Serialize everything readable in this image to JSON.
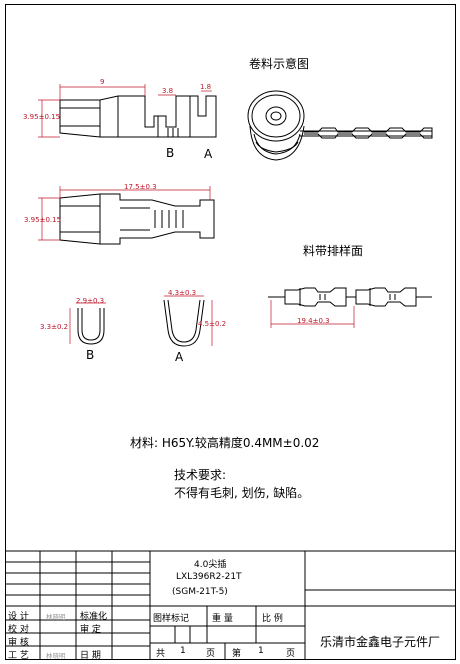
{
  "drawing": {
    "roll_title": "卷料示意图",
    "strip_title": "料带排样面",
    "view_label_b": "B",
    "view_label_a": "A",
    "dims": {
      "top_length": "9",
      "top_width_mid": "3.8",
      "top_width_end": "1.8",
      "top_diameter": "3.95±0.15",
      "side_length": "17.5±0.3",
      "side_diameter": "3.95±0.15",
      "b_width": "2.9±0.3",
      "b_height": "3.3±0.2",
      "a_width": "4.3±0.3",
      "a_height": "4.5±0.2",
      "pitch": "19.4±0.3"
    }
  },
  "notes": {
    "material": "材料:   H65Y.较高精度0.4MM±0.02",
    "tech_title": "技术要求:",
    "tech_body": "不得有毛刺, 划伤, 缺陷。"
  },
  "title_block": {
    "part_name": "4.0尖插",
    "part_code": "LXL396R2-21T",
    "part_alt": "(SGM-21T-5)",
    "row_design": "设  计",
    "row_check": "校  对",
    "row_review": "审  核",
    "row_process": "工  艺",
    "sig_design": "林晓明",
    "sig_process": "林晓明",
    "std": "标准化",
    "audit": "审  定",
    "date": "日  期",
    "mark": "图样标记",
    "weight": "重  量",
    "scale": "比  例",
    "total": "共",
    "total_num": "1",
    "page_word": "页",
    "sheet_word": "第",
    "sheet_num": "1",
    "page_word2": "页",
    "company": "乐清市金鑫电子元件厂"
  }
}
